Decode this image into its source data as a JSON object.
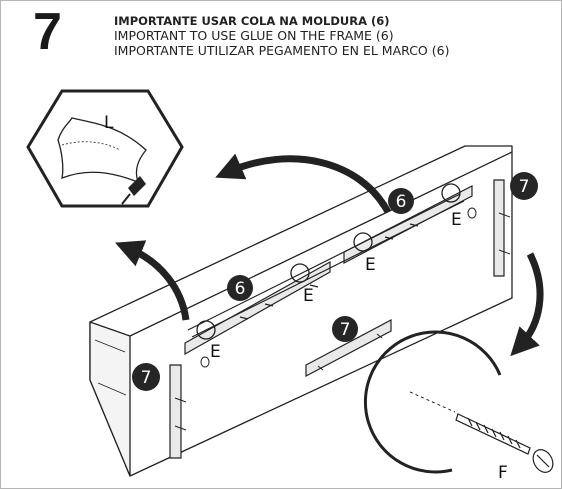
{
  "step": {
    "number": "7"
  },
  "instructions": {
    "line1": "IMPORTANTE USAR COLA NA MOLDURA (6)",
    "line2": "IMPORTANT TO USE GLUE ON THE FRAME (6)",
    "line3": "IMPORTANTE UTILIZAR PEGAMENTO EN EL MARCO (6)"
  },
  "labels": {
    "glue": "L",
    "part_frame": "6",
    "part_slat": "7",
    "fitting": "E",
    "screw": "F"
  }
}
